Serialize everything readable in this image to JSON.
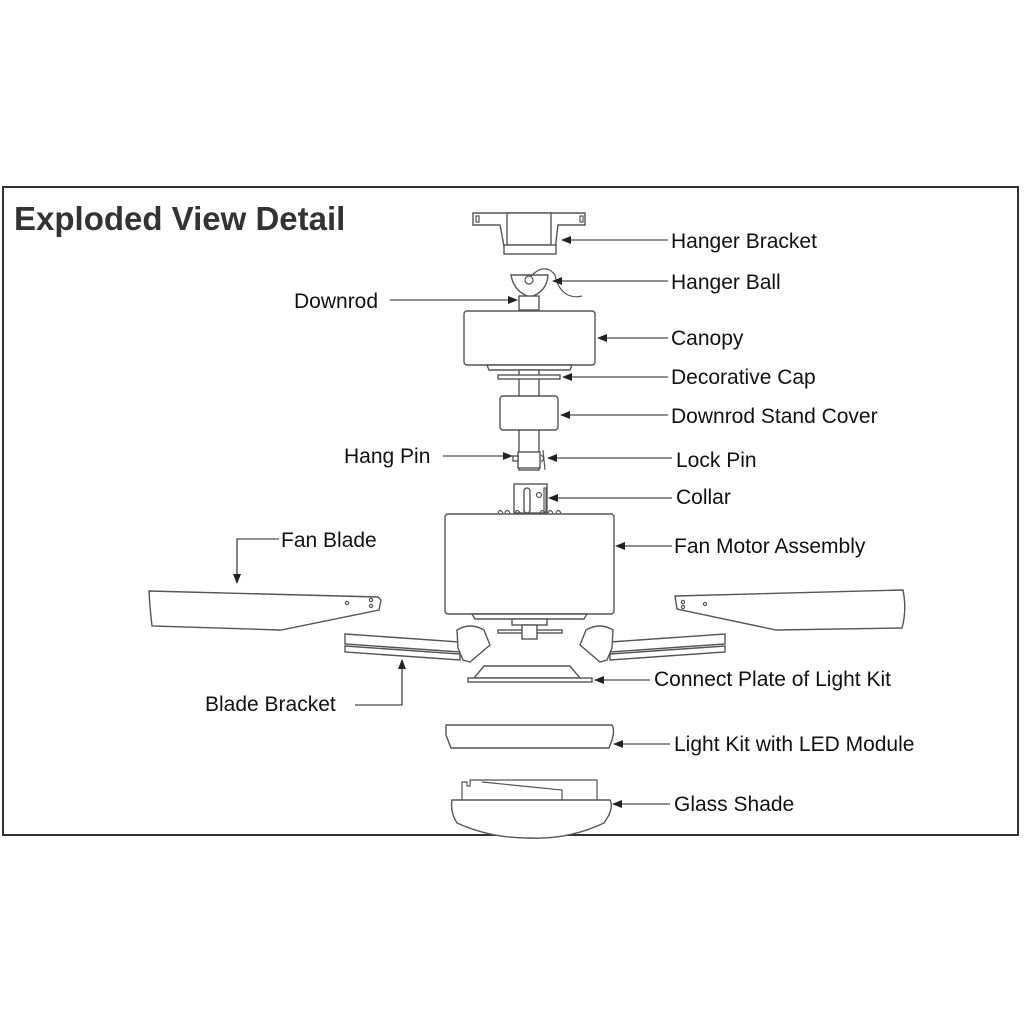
{
  "title": "Exploded View Detail",
  "labels": {
    "hanger_bracket": "Hanger Bracket",
    "hanger_ball": "Hanger Ball",
    "downrod": "Downrod",
    "canopy": "Canopy",
    "decorative_cap": "Decorative Cap",
    "downrod_stand_cover": "Downrod Stand Cover",
    "hang_pin": "Hang Pin",
    "lock_pin": "Lock Pin",
    "collar": "Collar",
    "fan_blade": "Fan Blade",
    "fan_motor_assembly": "Fan Motor Assembly",
    "blade_bracket": "Blade Bracket",
    "connect_plate": "Connect Plate of Light Kit",
    "light_kit": "Light Kit with LED Module",
    "glass_shade": "Glass Shade"
  },
  "colors": {
    "border": "#333333",
    "line": "#555555",
    "text": "#111111"
  }
}
